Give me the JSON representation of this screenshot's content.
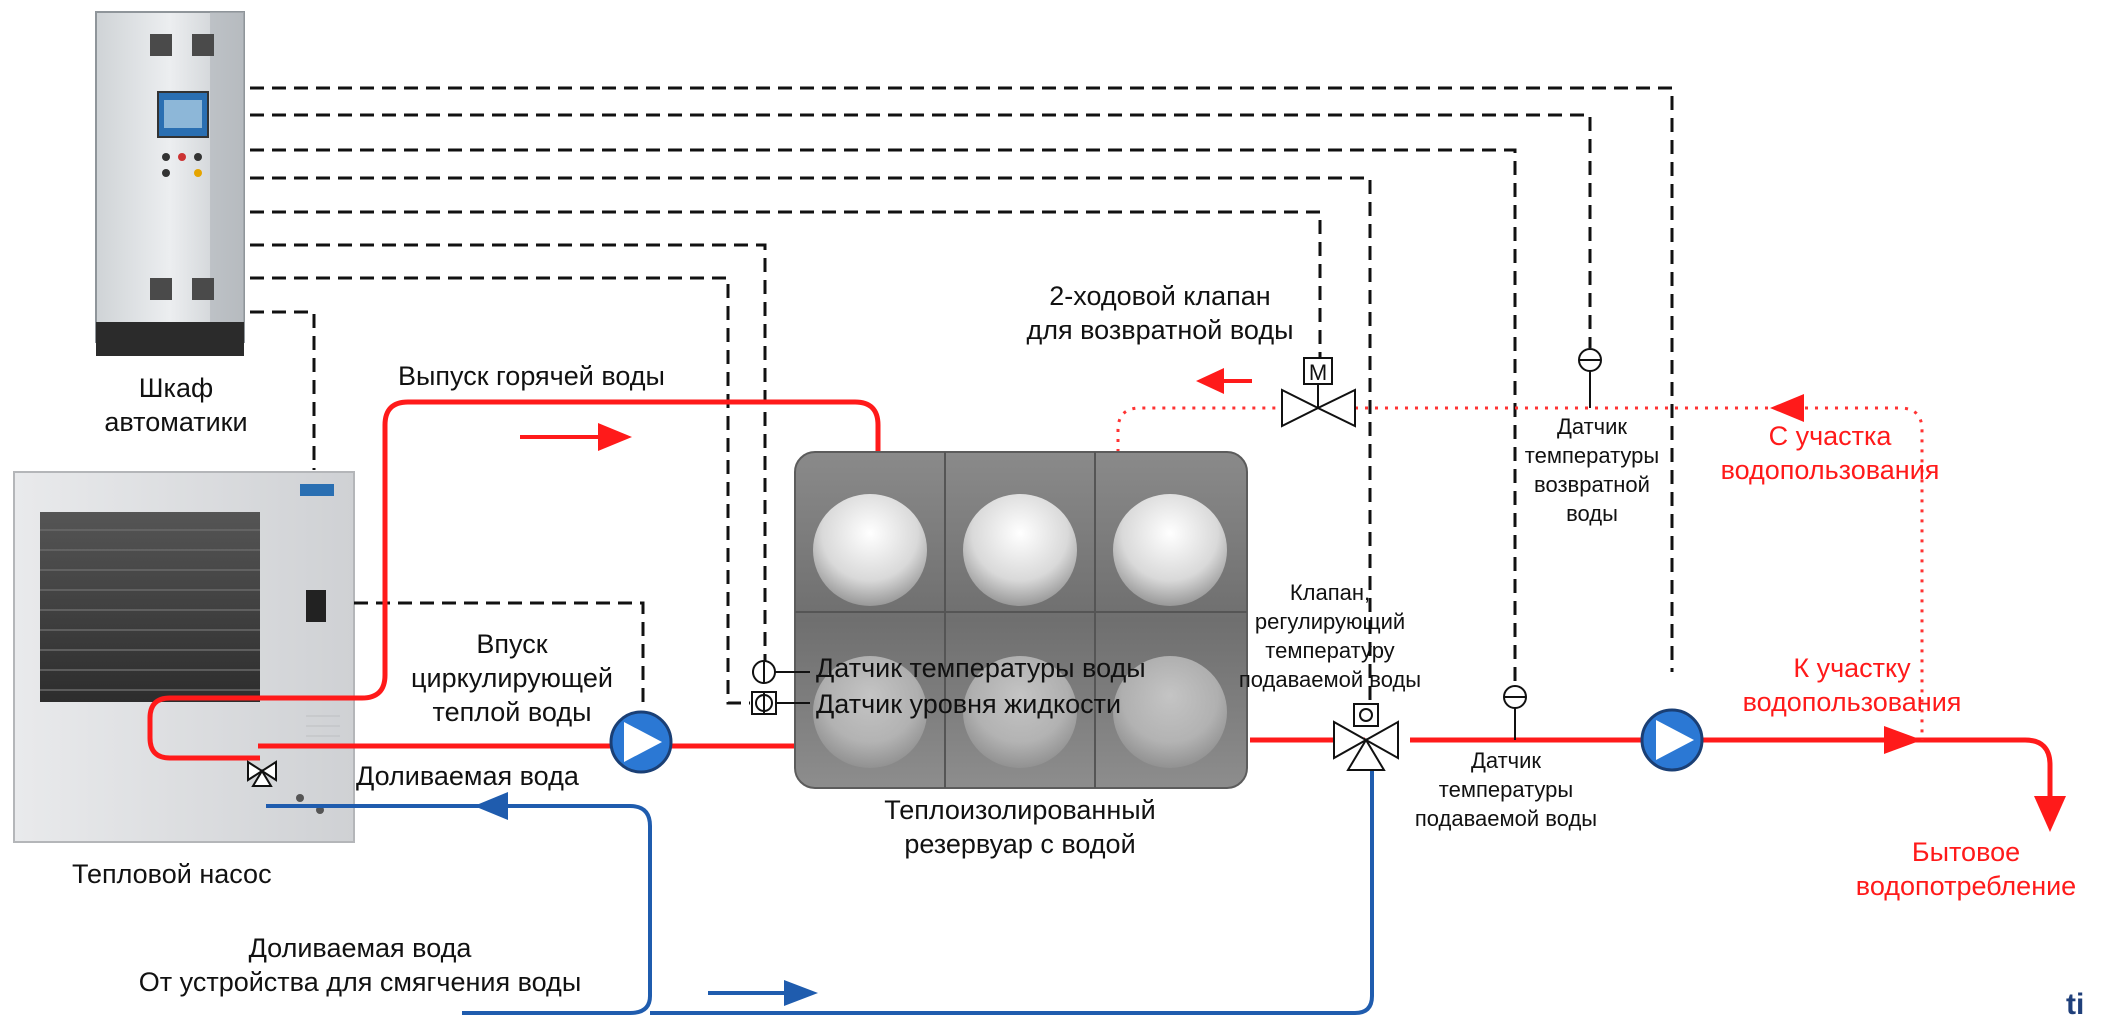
{
  "colors": {
    "hot_water": "#ff1a1a",
    "cold_water": "#1f5cae",
    "pump_fill": "#2b78d4",
    "signal_line": "#111111"
  },
  "labels": {
    "cabinet": [
      "Шкаф",
      "автоматики"
    ],
    "heat_pump": "Тепловой насос",
    "hot_outlet": "Выпуск горячей воды",
    "circ_inlet": [
      "Впуск",
      "циркулирующей",
      "теплой воды"
    ],
    "makeup_water": "Доливаемая вода",
    "makeup_from": [
      "Доливаемая вода",
      "От устройства для смягчения воды"
    ],
    "valve_2way": [
      "2-ходовой клапан",
      "для возвратной воды"
    ],
    "temp_sensor": "Датчик температуры воды",
    "level_sensor": "Датчик уровня жидкости",
    "tank": [
      "Теплоизолированный",
      "резервуар с водой"
    ],
    "supply_valve": [
      "Клапан,",
      "регулирующий",
      "температуру",
      "подаваемой воды"
    ],
    "return_sensor": [
      "Датчик",
      "температуры",
      "возвратной",
      "воды"
    ],
    "supply_sensor": [
      "Датчик",
      "температуры",
      "подаваемой воды"
    ],
    "from_area": [
      "С участка",
      "водопользования"
    ],
    "to_area": [
      "К участку",
      "водопользования"
    ],
    "domestic": [
      "Бытовое",
      "водопотребление"
    ]
  },
  "icons": {
    "valve_actuator_letter": "M",
    "cut_text": "ti"
  }
}
